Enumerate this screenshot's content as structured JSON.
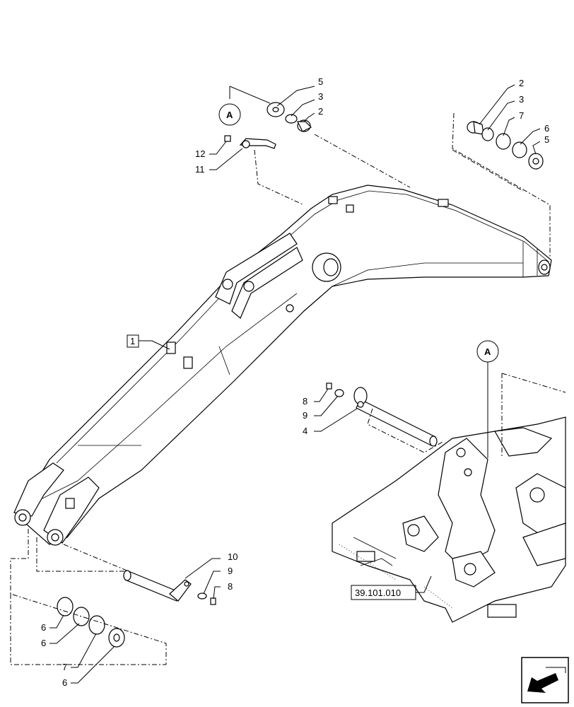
{
  "callouts": {
    "c5_top": "5",
    "c3_top": "3",
    "c2_top": "2",
    "c12": "12",
    "c11": "11",
    "c2_r": "2",
    "c3_r": "3",
    "c7_r": "7",
    "c6_r": "6",
    "c5_r": "5",
    "c1": "1",
    "c8_mid": "8",
    "c9_mid": "9",
    "c4": "4",
    "c10": "10",
    "c9_low": "9",
    "c8_low": "8",
    "c6_a": "6",
    "c6_b": "6",
    "c7_low": "7",
    "c6_c": "6"
  },
  "refs": {
    "a_top": "A",
    "a_mid": "A"
  },
  "ref_box": "39.101.010",
  "nav_icon": "arrow-navigation-icon"
}
